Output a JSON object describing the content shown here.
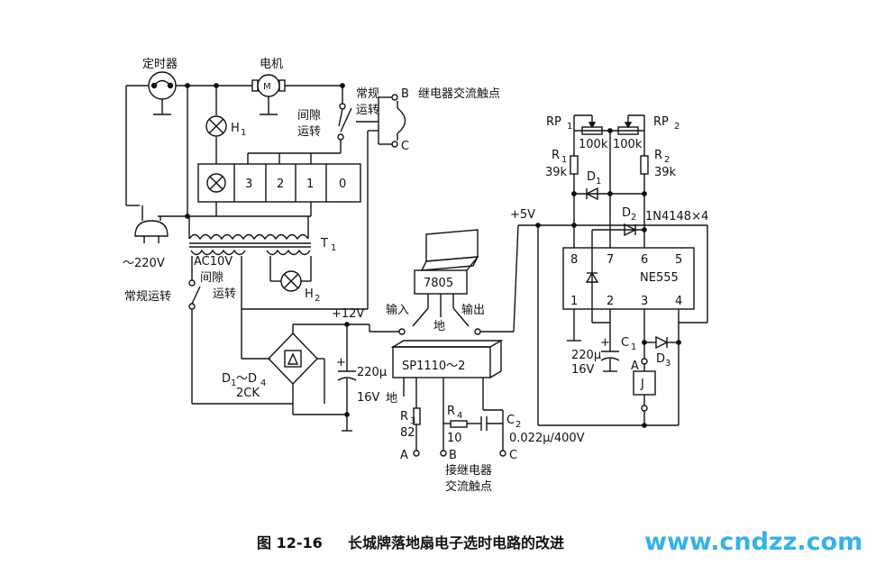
{
  "labels": {
    "timer": "定时器",
    "motor": "电机",
    "motor_symbol": "M",
    "h1": "H",
    "h1_sub": "1",
    "knob_lamp_x": "⊗",
    "switch_3": "3",
    "switch_2": "2",
    "switch_1": "1",
    "switch_0": "0",
    "mains": "～220V",
    "t1": "T",
    "t1_sub": "1",
    "h2": "H",
    "h2_sub": "2",
    "ac10v": "AC10V",
    "intermittent_top_1": "间隙",
    "intermittent_top_2": "运转",
    "normal_top_1": "常规",
    "normal_top_2": "运转",
    "relay_b": "B",
    "relay_c": "C",
    "relay_contacts": "继电器交流触点",
    "intermittent_low_1": "间隙",
    "intermittent_low_2": "运转",
    "normal_low": "常规运转",
    "bridge_d": "D",
    "bridge_d_sub1": "1",
    "bridge_tilde": "～D",
    "bridge_d_sub2": "4",
    "bridge_type": "2CK",
    "plus12v": "+12V",
    "cap_main_value": "220μ",
    "cap_main_v": "16V",
    "reg_name": "7805",
    "reg_in": "输入",
    "reg_gnd": "地",
    "reg_out": "输出",
    "sp_name": "SP1110～2",
    "sp_gnd": "地",
    "r3": "R",
    "r3_sub": "3",
    "r3_value": "82",
    "r4": "R",
    "r4_sub": "4",
    "r4_value": "10",
    "c2": "C",
    "c2_sub": "2",
    "c2_value": "0.022μ/400V",
    "node_a": "A",
    "node_b": "B",
    "node_c": "C",
    "relay_contacts_note_1": "接继电器",
    "relay_contacts_note_2": "交流触点",
    "plus5v": "+5V",
    "rp1": "RP",
    "rp1_sub": "1",
    "rp2": "RP",
    "rp2_sub": "2",
    "rp1_value": "100k",
    "rp2_value": "100k",
    "r1": "R",
    "r1_sub": "1",
    "r1_value": "39k",
    "r2": "R",
    "r2_sub": "2",
    "r2_value": "39k",
    "d1": "D",
    "d1_sub": "1",
    "d2": "D",
    "d2_sub": "2",
    "diode_type": "1N4148×4",
    "ic_name": "NE555",
    "pin8": "8",
    "pin7": "7",
    "pin6": "6",
    "pin5": "5",
    "pin1": "1",
    "pin2": "2",
    "pin3": "3",
    "pin4": "4",
    "c1": "C",
    "c1_sub": "1",
    "c1_value": "220μ",
    "c1_v": "16V",
    "node_a_right": "A",
    "d3": "D",
    "d3_sub": "3",
    "relay_j": "J"
  },
  "caption": {
    "figure_no": "图 12-16",
    "title": "长城牌落地扇电子选时电路的改进"
  },
  "watermark": "www.cndzz.com"
}
